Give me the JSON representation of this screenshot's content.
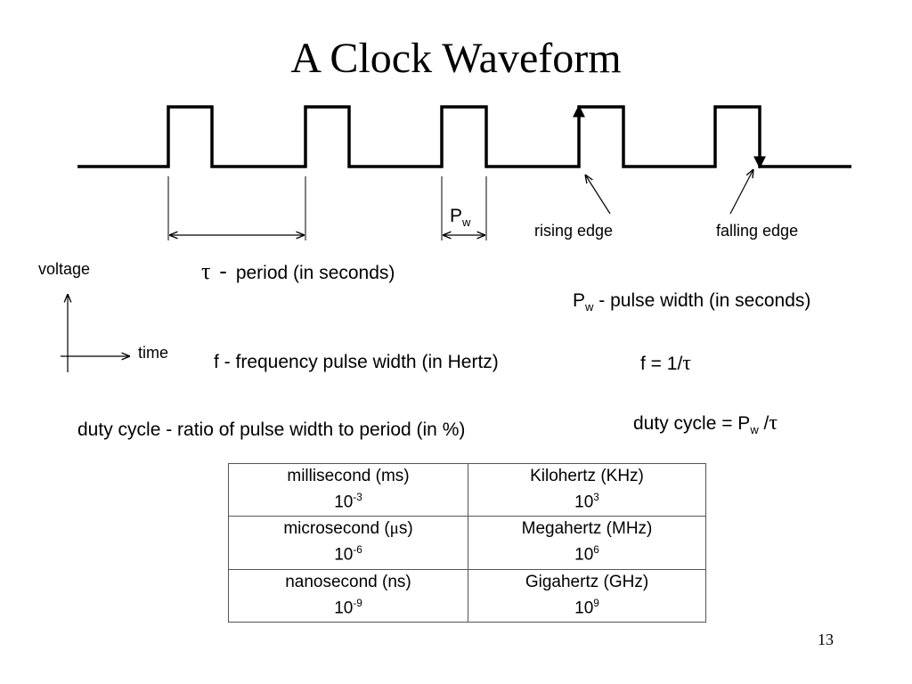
{
  "slide": {
    "title": "A Clock Waveform",
    "page_number": "13"
  },
  "labels": {
    "pw_main": "P",
    "pw_sub": "w",
    "rising_edge": "rising edge",
    "falling_edge": "falling edge",
    "voltage": "voltage",
    "time": "time",
    "tau_symbol": "τ",
    "period_dash": "-",
    "period_text": "period (in seconds)",
    "pulse_width_main": "P",
    "pulse_width_sub": "w",
    "pulse_width_text": "- pulse width (in seconds)",
    "frequency_text": "f - frequency pulse width (in Hertz)",
    "frequency_formula_prefix": "f = 1/",
    "frequency_formula_tau": "τ",
    "duty_cycle_text": "duty cycle - ratio of pulse width to period (in %)",
    "duty_formula_prefix": "duty cycle = P",
    "duty_formula_sub": "w",
    "duty_formula_slash": " /",
    "duty_formula_tau": "τ"
  },
  "units_table": [
    {
      "time_unit": "millisecond (ms)",
      "time_base": "10",
      "time_exp": "-3",
      "freq_unit": "Kilohertz (KHz)",
      "freq_base": "10",
      "freq_exp": "3"
    },
    {
      "time_unit_prefix": "microsecond (",
      "time_unit_mu": "μ",
      "time_unit_suffix": "s)",
      "time_base": "10",
      "time_exp": "-6",
      "freq_unit": "Megahertz (MHz)",
      "freq_base": "10",
      "freq_exp": "6"
    },
    {
      "time_unit": "nanosecond (ns)",
      "time_base": "10",
      "time_exp": "-9",
      "freq_unit": "Gigahertz (GHz)",
      "freq_base": "10",
      "freq_exp": "9"
    }
  ],
  "colors": {
    "line": "#000000",
    "table_border": "#555555"
  }
}
